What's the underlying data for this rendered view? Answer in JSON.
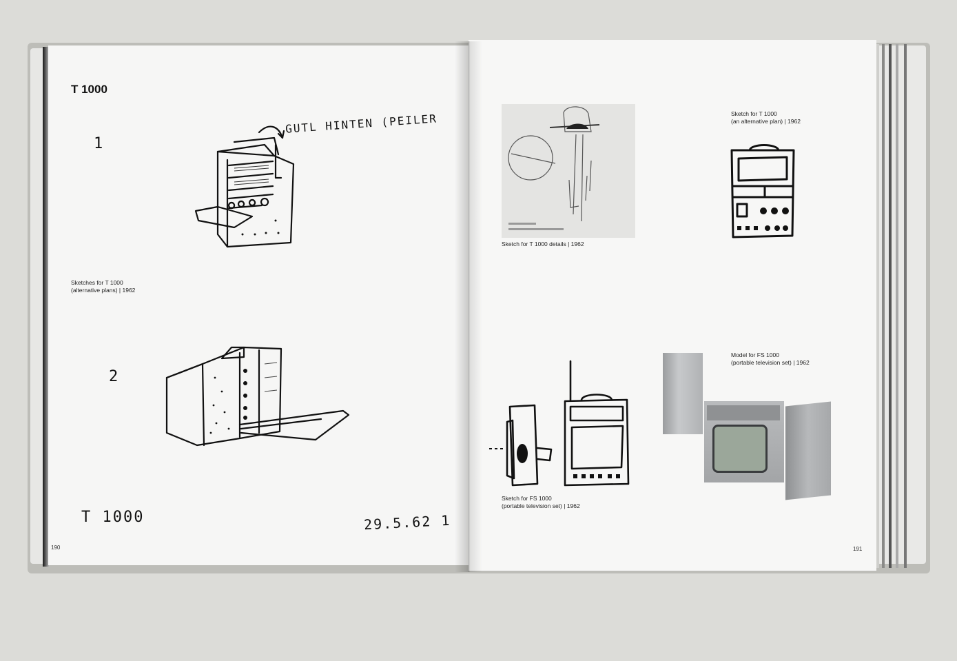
{
  "left_page": {
    "title": "T 1000",
    "number_one": "1",
    "number_two": "2",
    "handwriting_top": "GUTL HINTEN (PEILER",
    "handwriting_bottom_left": "T 1000",
    "handwriting_bottom_right": "29.5.62 1",
    "caption_line1": "Sketches for T 1000",
    "caption_line2": "(alternative plans) | 1962",
    "page_number": "190"
  },
  "right_page": {
    "caption_details": "Sketch for T 1000 details | 1962",
    "caption_alt_line1": "Sketch for T 1000",
    "caption_alt_line2": "(an alternative plan) | 1962",
    "caption_model_line1": "Model for FS 1000",
    "caption_model_line2": "(portable television set) | 1962",
    "caption_fs_line1": "Sketch for FS 1000",
    "caption_fs_line2": "(portable television set) | 1962",
    "page_number": "191"
  },
  "colors": {
    "background": "#dcdcd8",
    "paper": "#f6f6f5",
    "ink": "#111111"
  }
}
